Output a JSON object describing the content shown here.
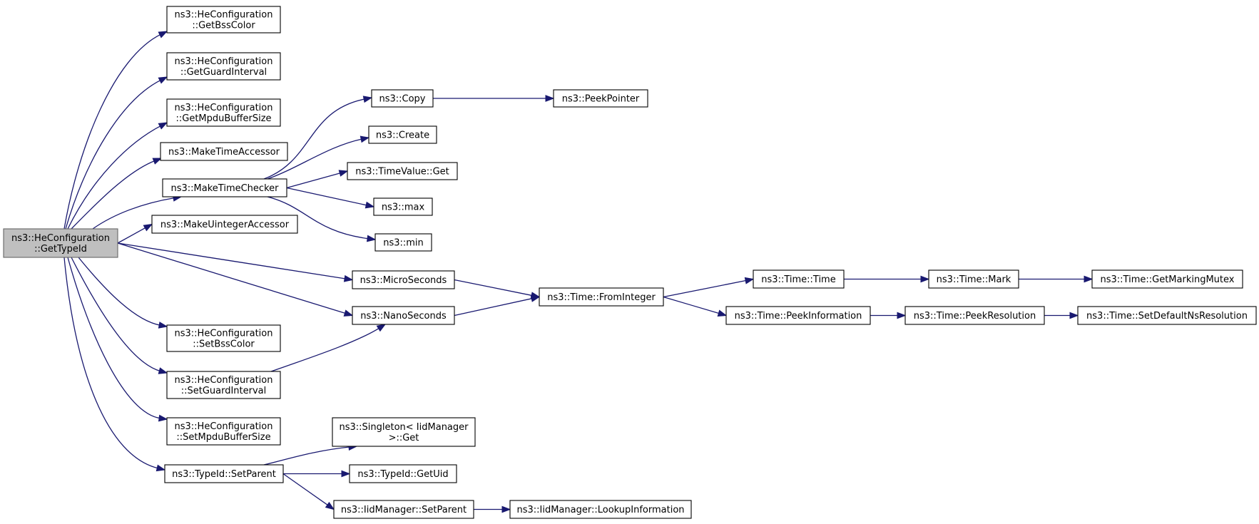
{
  "nodes": {
    "root": [
      "ns3::HeConfiguration",
      "::GetTypeId"
    ],
    "getBssColor": [
      "ns3::HeConfiguration",
      "::GetBssColor"
    ],
    "getGuardInterval": [
      "ns3::HeConfiguration",
      "::GetGuardInterval"
    ],
    "getMpduBufferSize": [
      "ns3::HeConfiguration",
      "::GetMpduBufferSize"
    ],
    "makeTimeAccessor": [
      "ns3::MakeTimeAccessor"
    ],
    "makeTimeChecker": [
      "ns3::MakeTimeChecker"
    ],
    "makeUintegerAccessor": [
      "ns3::MakeUintegerAccessor"
    ],
    "copy": [
      "ns3::Copy"
    ],
    "peekPointer": [
      "ns3::PeekPointer"
    ],
    "create": [
      "ns3::Create"
    ],
    "timeValueGet": [
      "ns3::TimeValue::Get"
    ],
    "max": [
      "ns3::max"
    ],
    "min": [
      "ns3::min"
    ],
    "microSeconds": [
      "ns3::MicroSeconds"
    ],
    "nanoSeconds": [
      "ns3::NanoSeconds"
    ],
    "fromInteger": [
      "ns3::Time::FromInteger"
    ],
    "timeTime": [
      "ns3::Time::Time"
    ],
    "timeMark": [
      "ns3::Time::Mark"
    ],
    "getMarkingMutex": [
      "ns3::Time::GetMarkingMutex"
    ],
    "peekInformation": [
      "ns3::Time::PeekInformation"
    ],
    "peekResolution": [
      "ns3::Time::PeekResolution"
    ],
    "setDefaultNsResolution": [
      "ns3::Time::SetDefaultNsResolution"
    ],
    "setBssColor": [
      "ns3::HeConfiguration",
      "::SetBssColor"
    ],
    "setGuardInterval": [
      "ns3::HeConfiguration",
      "::SetGuardInterval"
    ],
    "setMpduBufferSize": [
      "ns3::HeConfiguration",
      "::SetMpduBufferSize"
    ],
    "typeIdSetParent": [
      "ns3::TypeId::SetParent"
    ],
    "singletonGet": [
      "ns3::Singleton< IidManager",
      ">::Get"
    ],
    "typeIdGetUid": [
      "ns3::TypeId::GetUid"
    ],
    "iidSetParent": [
      "ns3::IidManager::SetParent"
    ],
    "iidLookupInformation": [
      "ns3::IidManager::LookupInformation"
    ]
  },
  "edges": [
    [
      "root",
      "getBssColor"
    ],
    [
      "root",
      "getGuardInterval"
    ],
    [
      "root",
      "getMpduBufferSize"
    ],
    [
      "root",
      "makeTimeAccessor"
    ],
    [
      "root",
      "makeTimeChecker"
    ],
    [
      "root",
      "makeUintegerAccessor"
    ],
    [
      "root",
      "microSeconds"
    ],
    [
      "root",
      "nanoSeconds"
    ],
    [
      "root",
      "setBssColor"
    ],
    [
      "root",
      "setGuardInterval"
    ],
    [
      "root",
      "setMpduBufferSize"
    ],
    [
      "root",
      "typeIdSetParent"
    ],
    [
      "makeTimeChecker",
      "copy"
    ],
    [
      "makeTimeChecker",
      "create"
    ],
    [
      "makeTimeChecker",
      "timeValueGet"
    ],
    [
      "makeTimeChecker",
      "max"
    ],
    [
      "makeTimeChecker",
      "min"
    ],
    [
      "copy",
      "peekPointer"
    ],
    [
      "microSeconds",
      "fromInteger"
    ],
    [
      "nanoSeconds",
      "fromInteger"
    ],
    [
      "setGuardInterval",
      "nanoSeconds"
    ],
    [
      "fromInteger",
      "timeTime"
    ],
    [
      "fromInteger",
      "peekInformation"
    ],
    [
      "timeTime",
      "timeMark"
    ],
    [
      "timeMark",
      "getMarkingMutex"
    ],
    [
      "peekInformation",
      "peekResolution"
    ],
    [
      "peekResolution",
      "setDefaultNsResolution"
    ],
    [
      "typeIdSetParent",
      "singletonGet"
    ],
    [
      "typeIdSetParent",
      "typeIdGetUid"
    ],
    [
      "typeIdSetParent",
      "iidSetParent"
    ],
    [
      "iidSetParent",
      "iidLookupInformation"
    ]
  ],
  "colors": {
    "edge": "#191970",
    "node_border": "#000000",
    "node_fill": "#ffffff",
    "root_fill": "#bfbfbf",
    "root_border": "#666666"
  }
}
